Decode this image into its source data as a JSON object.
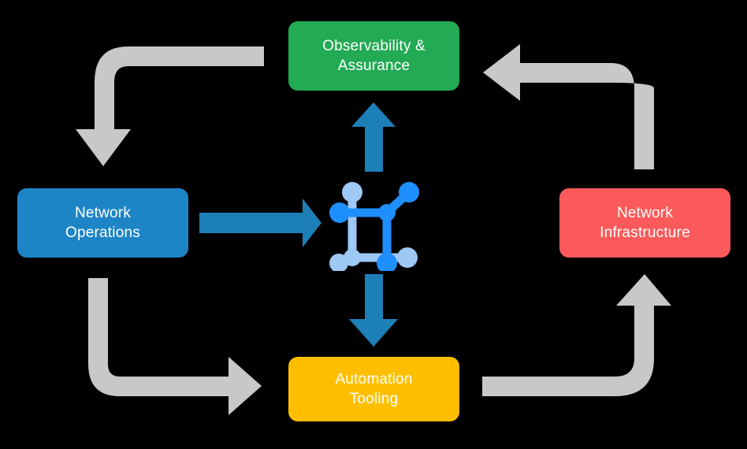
{
  "diagram": {
    "title": "Network operations lifecycle diagram",
    "background_color": "#000000",
    "nodes": [
      {
        "id": "observability",
        "label": "Observability &\nAssurance",
        "color": "#22aa55",
        "text_color": "#ffffff",
        "position": "top"
      },
      {
        "id": "network-operations",
        "label": "Network\nOperations",
        "color": "#1d85c6",
        "text_color": "#ffffff",
        "position": "left"
      },
      {
        "id": "network-infrastructure",
        "label": "Network\nInfrastructure",
        "color": "#fc5a5a",
        "text_color": "#ffffff",
        "position": "right"
      },
      {
        "id": "automation-tooling",
        "label": "Automation\nTooling",
        "color": "#ffbf00",
        "text_color": "#ffffff",
        "position": "bottom"
      }
    ],
    "center": {
      "icon_name": "network-topology-icon",
      "primary_color": "#1f8fff",
      "secondary_color": "#9ec8f5"
    },
    "connectors": {
      "primary_color": "#1d7fb8",
      "secondary_color": "#c7c8c9",
      "blue_arrows": [
        {
          "id": "ops-to-center",
          "direction": "right"
        },
        {
          "id": "center-to-observability",
          "direction": "up"
        },
        {
          "id": "center-to-automation",
          "direction": "down"
        }
      ],
      "gray_arrows": [
        {
          "id": "observability-to-operations",
          "direction": "down"
        },
        {
          "id": "infrastructure-to-observability",
          "direction": "left"
        },
        {
          "id": "operations-to-automation",
          "direction": "right"
        },
        {
          "id": "automation-to-infrastructure",
          "direction": "up"
        }
      ]
    }
  }
}
